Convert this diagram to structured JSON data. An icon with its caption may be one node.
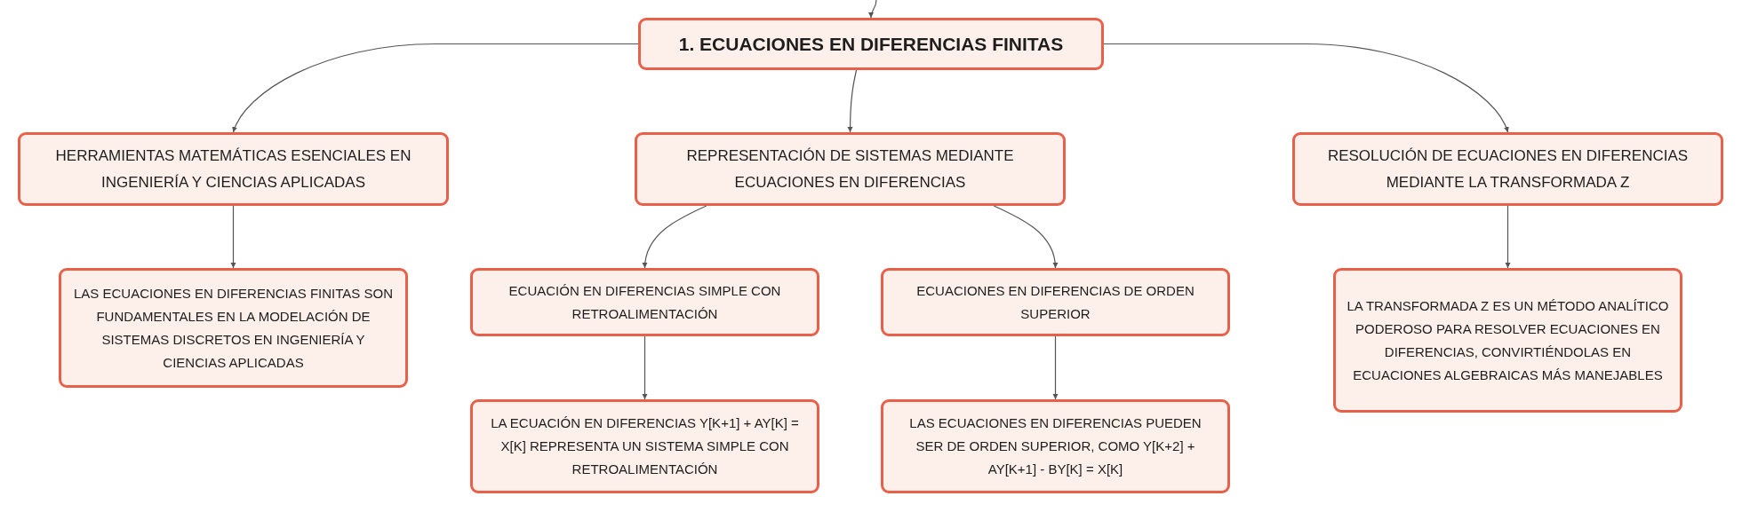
{
  "diagram": {
    "nodes": [
      {
        "text": [
          "1. ECUACIONES EN DIFERENCIAS FINITAS"
        ]
      },
      {
        "text": [
          "HERRAMIENTAS MATEMÁTICAS ESENCIALES EN INGENIERÍA Y CIENCIAS APLICADAS"
        ]
      },
      {
        "text": [
          "REPRESENTACIÓN DE SISTEMAS MEDIANTE ECUACIONES EN DIFERENCIAS"
        ]
      },
      {
        "text": [
          "RESOLUCIÓN DE ECUACIONES EN DIFERENCIAS MEDIANTE LA TRANSFORMADA Z"
        ]
      },
      {
        "text": [
          "LAS ECUACIONES EN DIFERENCIAS FINITAS SON FUNDAMENTALES EN LA MODELACIÓN DE SISTEMAS DISCRETOS EN INGENIERÍA Y CIENCIAS APLICADAS"
        ]
      },
      {
        "text": [
          "ECUACIÓN EN DIFERENCIAS SIMPLE CON RETROALIMENTACIÓN"
        ]
      },
      {
        "text": [
          "ECUACIONES EN DIFERENCIAS DE ORDEN SUPERIOR"
        ]
      },
      {
        "text": [
          "LA TRANSFORMADA Z ES UN MÉTODO ANALÍTICO PODEROSO PARA RESOLVER ECUACIONES EN DIFERENCIAS, CONVIRTIÉNDOLAS EN ECUACIONES ALGEBRAICAS MÁS MANEJABLES"
        ]
      },
      {
        "text": [
          "LA ECUACIÓN EN DIFERENCIAS Y[K+1] + AY[K] = X[K] REPRESENTA UN SISTEMA SIMPLE CON RETROALIMENTACIÓN"
        ]
      },
      {
        "text": [
          "LAS ECUACIONES EN DIFERENCIAS PUEDEN SER DE ORDEN SUPERIOR, COMO Y[K+2] + AY[K+1] - BY[K] = X[K]"
        ]
      }
    ],
    "edges": [
      {
        "from": null,
        "to": 0,
        "arrow": "to"
      },
      {
        "from": 0,
        "to": 1,
        "arrow": "to"
      },
      {
        "from": 0,
        "to": 2,
        "arrow": "to"
      },
      {
        "from": 0,
        "to": 3,
        "arrow": "to"
      },
      {
        "from": 1,
        "to": 4,
        "arrow": "to"
      },
      {
        "from": 2,
        "to": 5,
        "arrow": "to"
      },
      {
        "from": 2,
        "to": 6,
        "arrow": "to"
      },
      {
        "from": 3,
        "to": 7,
        "arrow": "to"
      },
      {
        "from": 5,
        "to": 8,
        "arrow": "to"
      },
      {
        "from": 6,
        "to": 9,
        "arrow": "to"
      }
    ]
  }
}
